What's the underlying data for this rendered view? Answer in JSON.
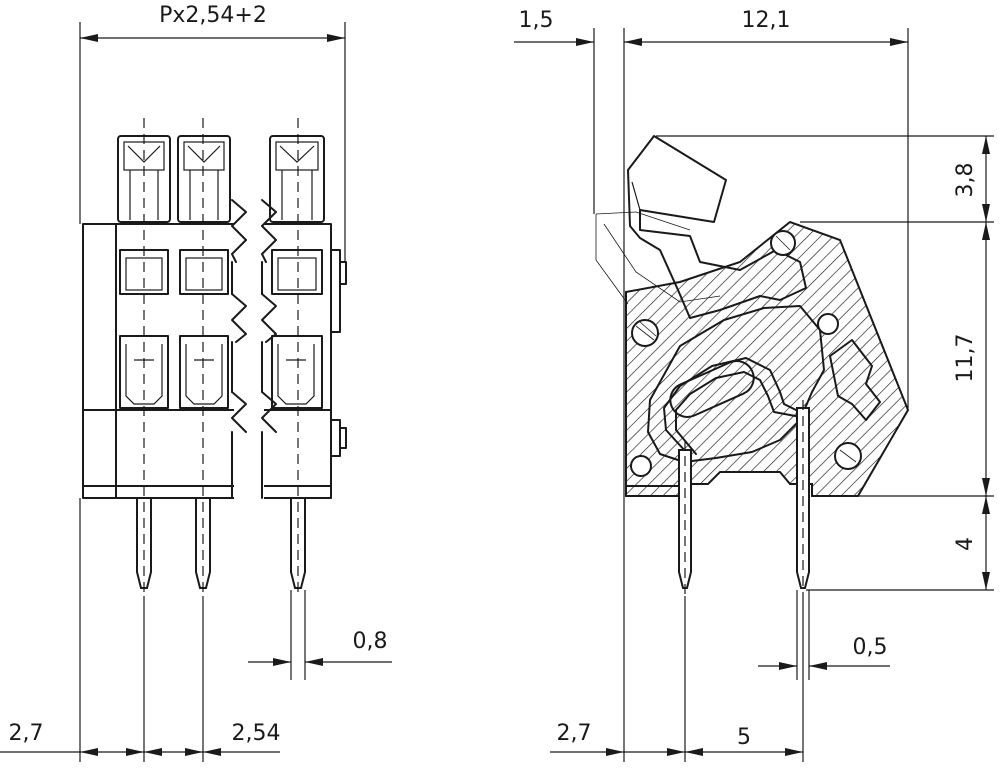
{
  "dimensions": {
    "front_width": "Px2,54+2",
    "offset_left": "1,5",
    "depth": "12,1",
    "lever_height": "3,8",
    "body_height": "11,7",
    "pin_length": "4",
    "pin_width_front": "0,8",
    "pin_width_side": "0,5",
    "front_edge_to_pin": "2,7",
    "pitch": "2,54",
    "side_edge_to_pin": "2,7",
    "pin_spacing": "5"
  }
}
